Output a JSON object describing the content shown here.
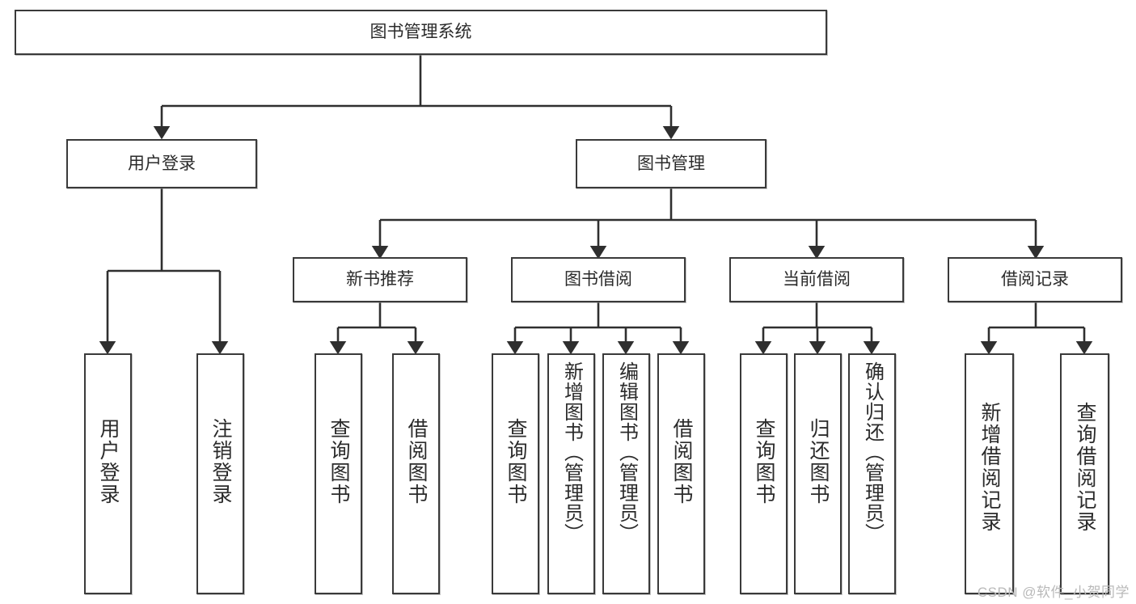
{
  "diagram": {
    "title": "图书管理系统",
    "watermark": "CSDN @软件_小贺同学",
    "colors": {
      "box_border": "#3a3a3a",
      "box_fill": "#ffffff",
      "edge": "#2f2f2f",
      "text": "#2b2b2b",
      "watermark": "#b9b9b9",
      "background": "#ffffff"
    },
    "root": {
      "label": "图书管理系统"
    },
    "level2": [
      {
        "label": "用户登录"
      },
      {
        "label": "图书管理"
      }
    ],
    "level3": [
      {
        "label": "新书推荐"
      },
      {
        "label": "图书借阅"
      },
      {
        "label": "当前借阅"
      },
      {
        "label": "借阅记录"
      }
    ],
    "leaves": {
      "user_login": [
        {
          "label": "用户登录"
        },
        {
          "label": "注销登录"
        }
      ],
      "new_book_recommend": [
        {
          "label": "查询图书"
        },
        {
          "label": "借阅图书"
        }
      ],
      "book_borrow": [
        {
          "label": "查询图书"
        },
        {
          "label": "新增图书（管理员）"
        },
        {
          "label": "编辑图书（管理员）"
        },
        {
          "label": "借阅图书"
        }
      ],
      "current_borrow": [
        {
          "label": "查询图书"
        },
        {
          "label": "归还图书"
        },
        {
          "label": "确认归还（管理员）"
        }
      ],
      "borrow_record": [
        {
          "label": "新增借阅记录"
        },
        {
          "label": "查询借阅记录"
        }
      ]
    }
  }
}
